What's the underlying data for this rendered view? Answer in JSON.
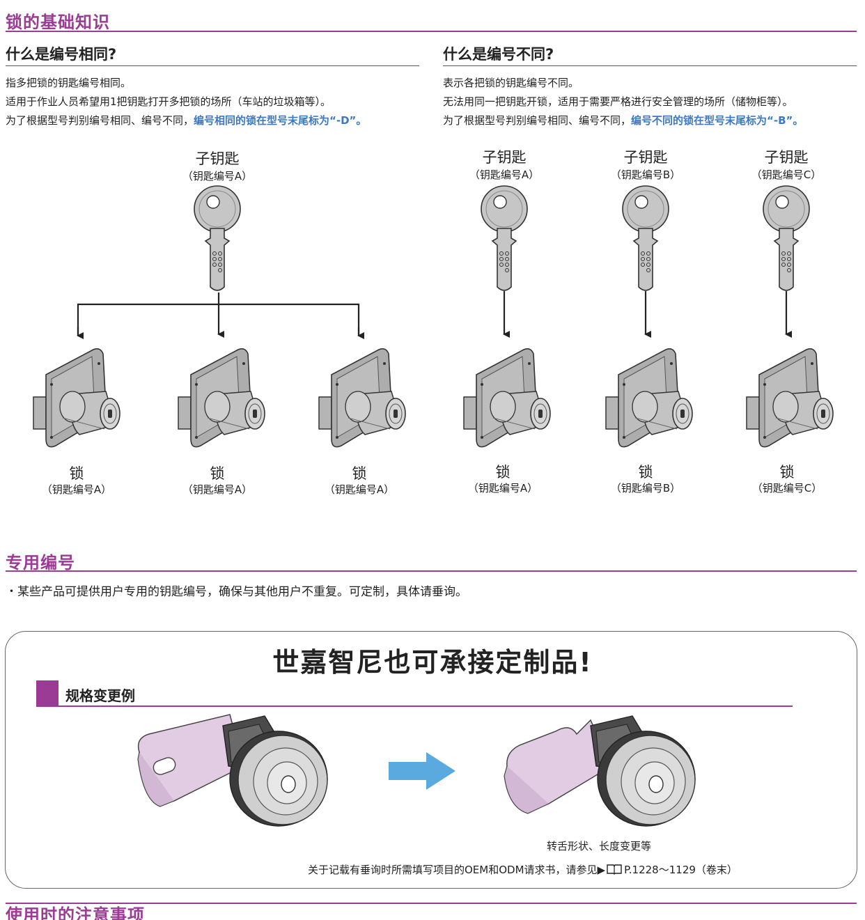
{
  "sections": {
    "basics_title": "锁的基础知识",
    "custom_title": "专用编号",
    "caution_title": "使用时的注意事项"
  },
  "left": {
    "title": "什么是编号相同?",
    "line1": "指多把锁的钥匙编号相同。",
    "line2": "适用于作业人员希望用1把钥匙打开多把锁的场所（车站的垃圾箱等）。",
    "line3_prefix": "为了根据型号判别编号相同、编号不同，",
    "line3_highlight": "编号相同的锁在型号末尾标为“-D”。",
    "key_label": "子钥匙",
    "key_sub": "（钥匙编号A）",
    "locks": [
      {
        "label": "锁",
        "sub": "（钥匙编号A）"
      },
      {
        "label": "锁",
        "sub": "（钥匙编号A）"
      },
      {
        "label": "锁",
        "sub": "（钥匙编号A）"
      }
    ]
  },
  "right": {
    "title": "什么是编号不同?",
    "line1": "表示各把锁的钥匙编号不同。",
    "line2": "无法用同一把钥匙开锁，适用于需要严格进行安全管理的场所（储物柜等）。",
    "line3_prefix": "为了根据型号判别编号相同、编号不同，",
    "line3_highlight": "编号不同的锁在型号末尾标为“-B”。",
    "keys": [
      {
        "label": "子钥匙",
        "sub": "（钥匙编号A）"
      },
      {
        "label": "子钥匙",
        "sub": "（钥匙编号B）"
      },
      {
        "label": "子钥匙",
        "sub": "（钥匙编号C）"
      }
    ],
    "locks": [
      {
        "label": "锁",
        "sub": "（钥匙编号A）"
      },
      {
        "label": "锁",
        "sub": "（钥匙编号B）"
      },
      {
        "label": "锁",
        "sub": "（钥匙编号C）"
      }
    ]
  },
  "custom": {
    "note": "・某些产品可提供用户专用的钥匙编号，确保与其他用户不重复。可定制，具体请垂询。",
    "banner": "世嘉智尼也可承接定制品!",
    "sub_heading": "规格变更例",
    "caption": "转舌形状、长度变更等",
    "ref_text": "关于记载有垂询时所需填写项目的OEM和ODM请求书，请参见▶",
    "ref_page": "P.1228～1129（卷末）"
  },
  "colors": {
    "accent": "#9b3b95",
    "highlight": "#3c78c3",
    "arrow": "#5aaae0",
    "cam_tongue": "#e2cce3"
  }
}
